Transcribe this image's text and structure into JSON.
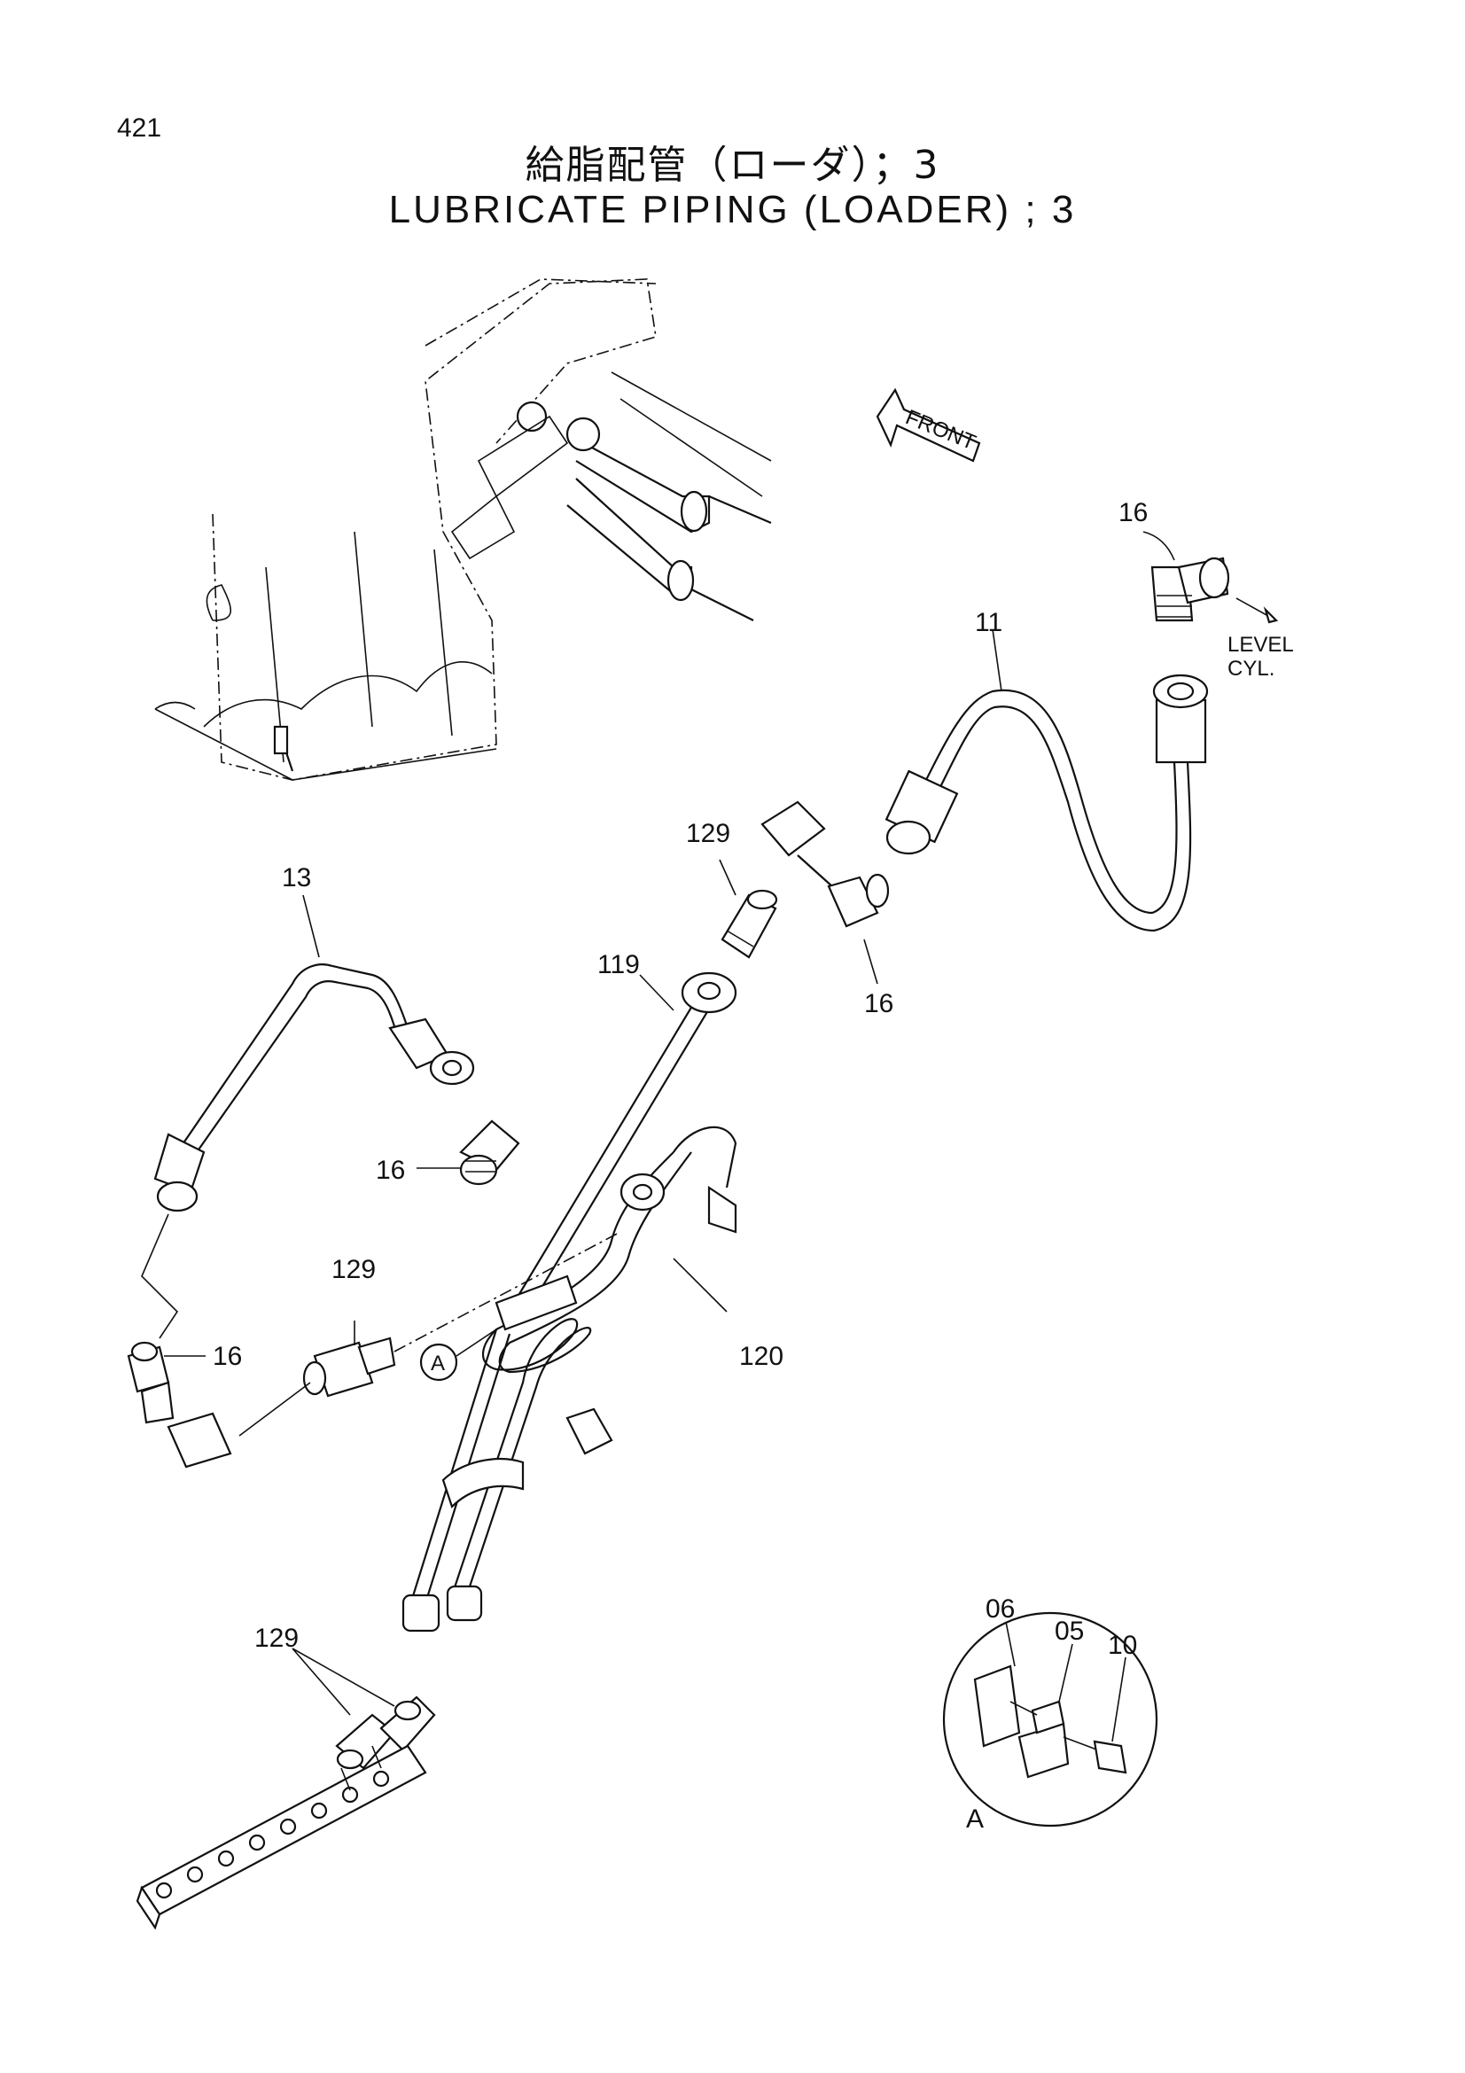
{
  "page_number": "421",
  "title_jp": "給脂配管（ローダ）；3",
  "title_en": "LUBRICATE PIPING (LOADER) ; 3",
  "front_label": "FRONT",
  "level_cyl_label": [
    "LEVEL",
    "CYL."
  ],
  "callouts": {
    "c16_top": "16",
    "c11": "11",
    "c129_a": "129",
    "c16_b": "16",
    "c13": "13",
    "c119": "119",
    "c16_c": "16",
    "c129_b": "129",
    "c16_d": "16",
    "c120": "120",
    "c129_c": "129",
    "ref_a": "A",
    "detail_a": "A",
    "c06": "06",
    "c05": "05",
    "c10": "10"
  }
}
